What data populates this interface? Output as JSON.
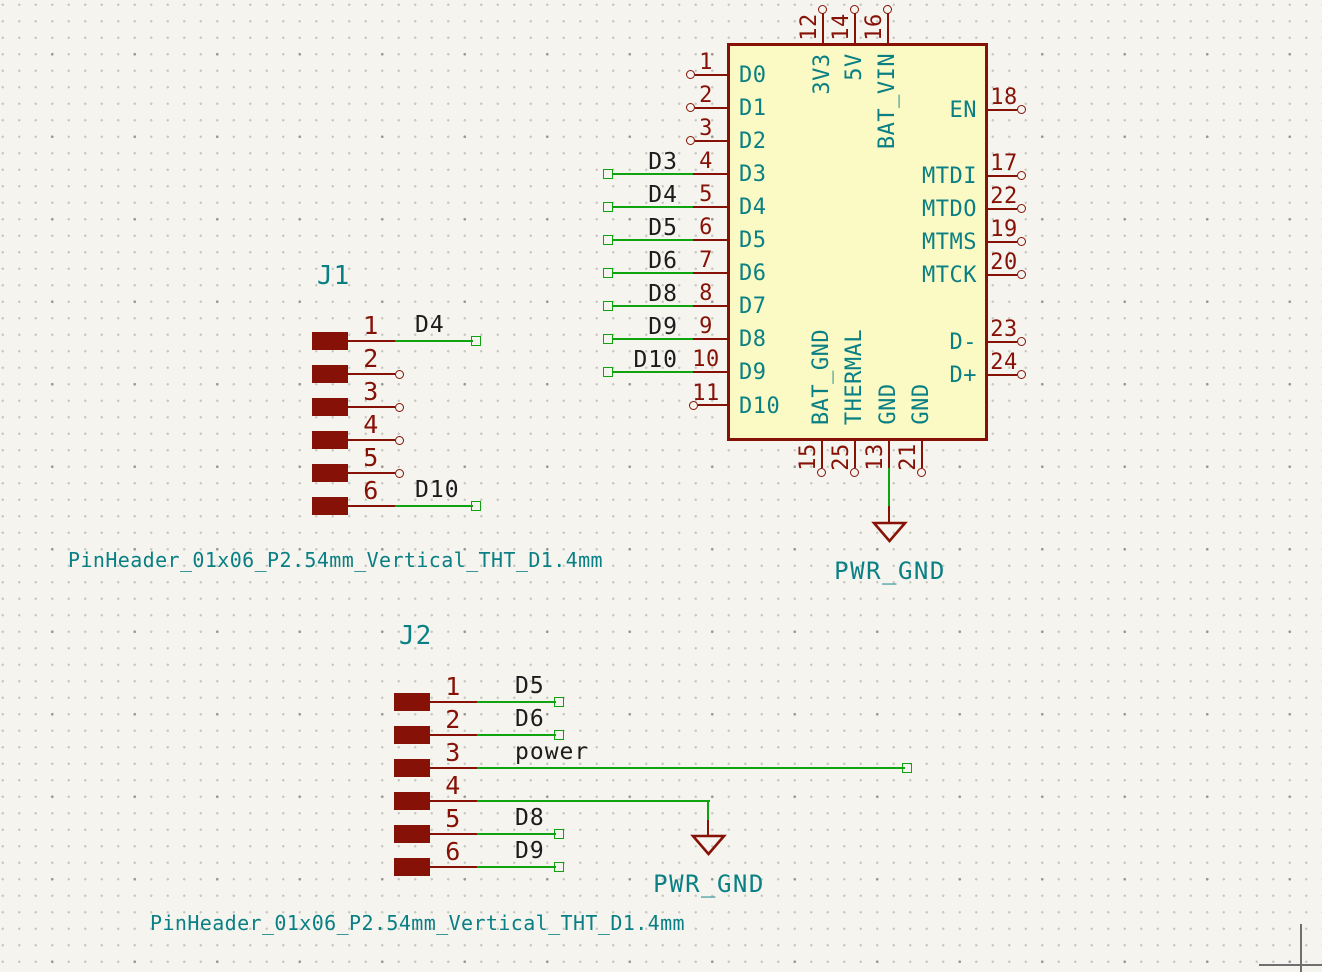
{
  "ic": {
    "left_pins": [
      {
        "num": "1",
        "name": "D0",
        "label": null
      },
      {
        "num": "2",
        "name": "D1",
        "label": null
      },
      {
        "num": "3",
        "name": "D2",
        "label": null
      },
      {
        "num": "4",
        "name": "D3",
        "label": "D3"
      },
      {
        "num": "5",
        "name": "D4",
        "label": "D4"
      },
      {
        "num": "6",
        "name": "D5",
        "label": "D5"
      },
      {
        "num": "7",
        "name": "D6",
        "label": "D6"
      },
      {
        "num": "8",
        "name": "D7",
        "label": "D8"
      },
      {
        "num": "9",
        "name": "D8",
        "label": "D9"
      },
      {
        "num": "10",
        "name": "D9",
        "label": "D10"
      },
      {
        "num": "11",
        "name": "D10",
        "label": null
      }
    ],
    "top_pins": [
      {
        "num": "12",
        "name": "3V3"
      },
      {
        "num": "14",
        "name": "5V"
      },
      {
        "num": "16",
        "name": "BAT_VIN"
      }
    ],
    "right_pins": [
      {
        "num": "18",
        "name": "EN"
      },
      {
        "num": "17",
        "name": "MTDI"
      },
      {
        "num": "22",
        "name": "MTDO"
      },
      {
        "num": "19",
        "name": "MTMS"
      },
      {
        "num": "20",
        "name": "MTCK"
      },
      {
        "num": "23",
        "name": "D-"
      },
      {
        "num": "24",
        "name": "D+"
      }
    ],
    "bottom_pins": [
      {
        "num": "15",
        "name": "BAT_GND"
      },
      {
        "num": "25",
        "name": "THERMAL"
      },
      {
        "num": "13",
        "name": "GND"
      },
      {
        "num": "21",
        "name": "GND"
      }
    ]
  },
  "headers": {
    "j1": {
      "ref": "J1",
      "footprint": "PinHeader_01x06_P2.54mm_Vertical_THT_D1.4mm",
      "pins": [
        {
          "num": "1",
          "label": "D4"
        },
        {
          "num": "2",
          "label": null
        },
        {
          "num": "3",
          "label": null
        },
        {
          "num": "4",
          "label": null
        },
        {
          "num": "5",
          "label": null
        },
        {
          "num": "6",
          "label": "D10"
        }
      ]
    },
    "j2": {
      "ref": "J2",
      "footprint": "PinHeader_01x06_P2.54mm_Vertical_THT_D1.4mm",
      "pins": [
        {
          "num": "1",
          "label": "D5"
        },
        {
          "num": "2",
          "label": "D6"
        },
        {
          "num": "3",
          "label": "power"
        },
        {
          "num": "4",
          "label": null
        },
        {
          "num": "5",
          "label": "D8"
        },
        {
          "num": "6",
          "label": "D9"
        }
      ]
    }
  },
  "power": {
    "labels": [
      "PWR_GND",
      "PWR_GND"
    ]
  },
  "colors": {
    "symbol_outline": "#861106",
    "symbol_fill": "#fbf9c4",
    "pin_name": "#0a8084",
    "wire": "#0fa30f",
    "net_label": "#1c1c1c",
    "background": "#f5f4ef"
  }
}
